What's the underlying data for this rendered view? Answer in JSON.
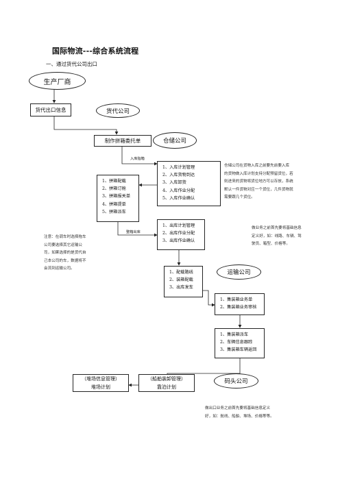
{
  "doc": {
    "title": "国际物流---综合系统流程",
    "subtitle": "一、通过货代公司出口"
  },
  "nodes": {
    "manufacturer": "生产厂商",
    "export_info": "货代出口信息",
    "forwarder": "货代公司",
    "consolidation": "制作拼箱委托单",
    "warehouse": "仓储公司",
    "inbound_tag": "入库指箱",
    "inbound_items": [
      "1、入库计划管理",
      "2、入库货物到达",
      "3、入库卸货",
      "4、入库作业分配",
      "5、入库作业确认"
    ],
    "consol_items": [
      "1、拼箱配载",
      "2、拼箱订舱",
      "3、拼箱报关单",
      "4、拼箱提单",
      "5、拼箱派车"
    ],
    "outbound_tag": "整箱出库",
    "outbound_items": [
      "1、出库计划管理",
      "2、出库作业分配",
      "3、出库作业确认"
    ],
    "loading_items": [
      "1、配载路线",
      "2、装箱配载",
      "3、出库发车"
    ],
    "transport": "运输公司",
    "container_order_items": [
      "1、集装箱业务单",
      "2、集装箱业务审核"
    ],
    "dispatch_items": [
      "1、集装箱派车",
      "2、车辆信息跟踪",
      "3、集装箱车辆返回"
    ],
    "yard_box": [
      "（堆场信息管理）",
      "堆场计划"
    ],
    "berth_box": [
      "（船舶装卸管理）",
      "靠泊计划"
    ],
    "terminal": "码头公司"
  },
  "notes": {
    "warehouse_note": [
      "仓储公司在货物入库之前要先前要入库",
      "的货物做入库计划支持分配预留货位，若",
      "则进来的货物将货位地方可以存放，系统",
      "默认一件货物对应一个货位，几件货物就",
      "需要跟几个货位。"
    ],
    "left_note": [
      "注意：在调车时选择拖车",
      "公司要选择其它运输公",
      "司，如果选择的是货代自",
      "己本公司的车，数据将不",
      "会流到运输公司。"
    ],
    "transport_note": [
      "做业务之前首先要将基础信息",
      "定义好，如：线路、车辆、驾",
      "驶员、箱型、价格等。"
    ],
    "terminal_note": [
      "做出口业务之前首先要将基础信息定义",
      "好，如：航线、船舶、堆场、价格等等。"
    ]
  }
}
